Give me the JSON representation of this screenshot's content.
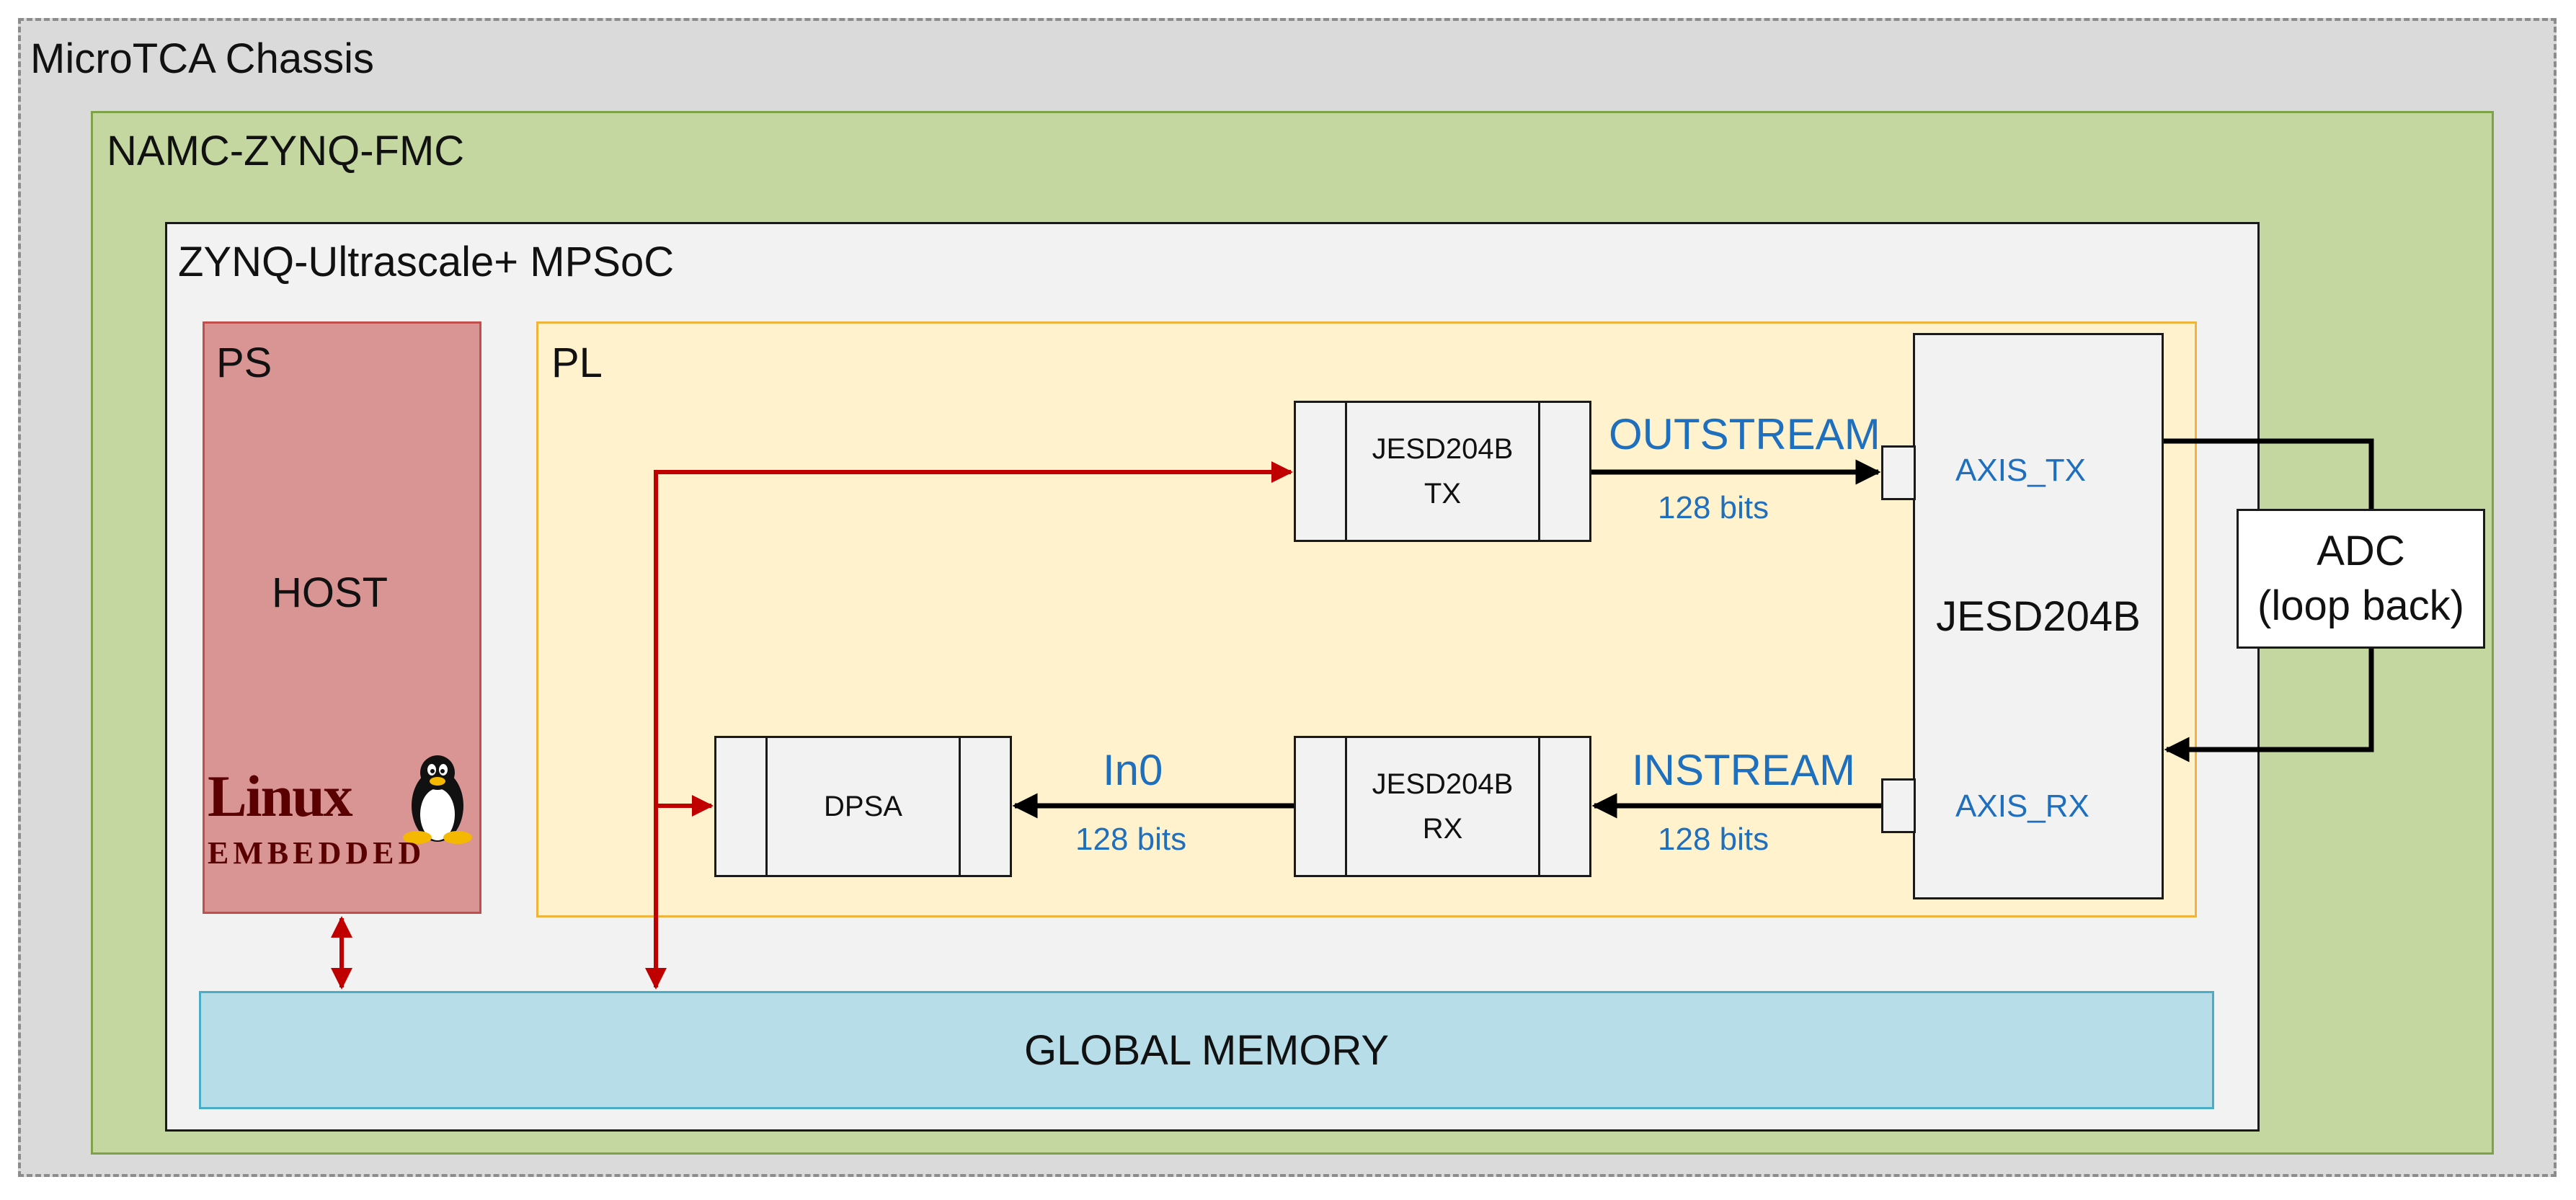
{
  "chassis": {
    "title": "MicroTCA Chassis"
  },
  "board": {
    "title": "NAMC-ZYNQ-FMC"
  },
  "soc": {
    "title": "ZYNQ-Ultrascale+ MPSoC"
  },
  "ps": {
    "title": "PS",
    "host": "HOST",
    "logo_text_top": "Linux",
    "logo_text_bottom": "EMBEDDED"
  },
  "pl": {
    "title": "PL"
  },
  "blocks": {
    "jesd_tx": {
      "line1": "JESD204B",
      "line2": "TX"
    },
    "jesd_rx": {
      "line1": "JESD204B",
      "line2": "RX"
    },
    "dpsa": "DPSA",
    "jesd_core": "JESD204B",
    "axis_tx": "AXIS_TX",
    "axis_rx": "AXIS_RX",
    "adc": {
      "line1": "ADC",
      "line2": "(loop back)"
    }
  },
  "streams": {
    "out": {
      "name": "OUTSTREAM",
      "width": "128 bits"
    },
    "in": {
      "name": "INSTREAM",
      "width": "128 bits"
    },
    "in0": {
      "name": "In0",
      "width": "128 bits"
    }
  },
  "memory": {
    "label": "GLOBAL MEMORY"
  },
  "colors": {
    "chassis": "#dadada",
    "board": "#c4d7a0",
    "soc": "#f2f2f2",
    "ps": "#d99594",
    "pl": "#fff2cc",
    "memory": "#b7dde8",
    "stream_label": "#1f6fbf",
    "memory_link": "#c00000",
    "data_link": "#000000"
  }
}
